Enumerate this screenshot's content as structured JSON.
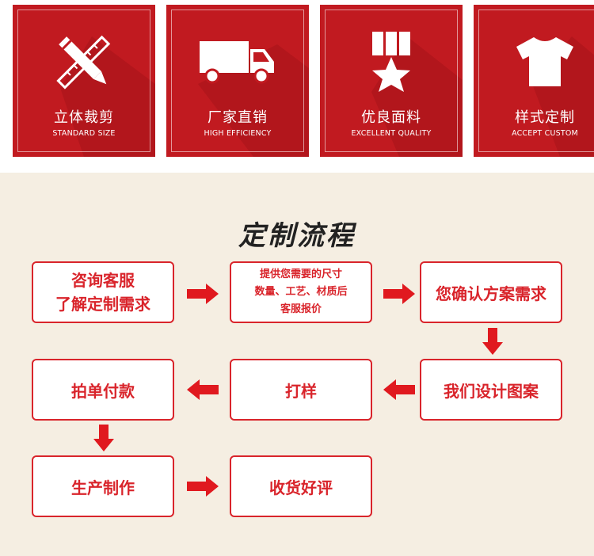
{
  "colors": {
    "tile_red": "#c11a20",
    "accent_red": "#d9242b",
    "section_bg": "#f5eee2"
  },
  "features": [
    {
      "icon": "pencil-ruler-icon",
      "title": "立体裁剪",
      "subtitle": "STANDARD SIZE"
    },
    {
      "icon": "truck-icon",
      "title": "厂家直销",
      "subtitle": "HIGH EFFICIENCY"
    },
    {
      "icon": "medal-icon",
      "title": "优良面料",
      "subtitle": "EXCELLENT QUALITY"
    },
    {
      "icon": "tshirt-icon",
      "title": "样式定制",
      "subtitle": "ACCEPT CUSTOM"
    }
  ],
  "process": {
    "title": "定制流程",
    "steps": [
      {
        "line1": "咨询客服",
        "line2": "了解定制需求"
      },
      {
        "line1": "提供您需要的尺寸",
        "line2": "数量、工艺、材质后",
        "line3": "客服报价"
      },
      {
        "text": "您确认方案需求"
      },
      {
        "text": "我们设计图案"
      },
      {
        "text": "打样"
      },
      {
        "text": "拍单付款"
      },
      {
        "text": "生产制作"
      },
      {
        "text": "收货好评"
      }
    ]
  }
}
